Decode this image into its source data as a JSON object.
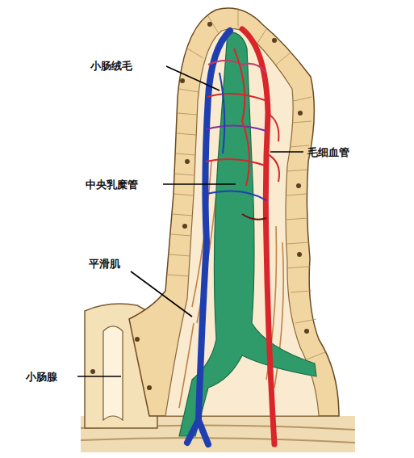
{
  "diagram": {
    "labels": [
      "小肠绒毛",
      "毛细血管",
      "中央乳糜管",
      "平滑肌",
      "小肠腺"
    ]
  }
}
